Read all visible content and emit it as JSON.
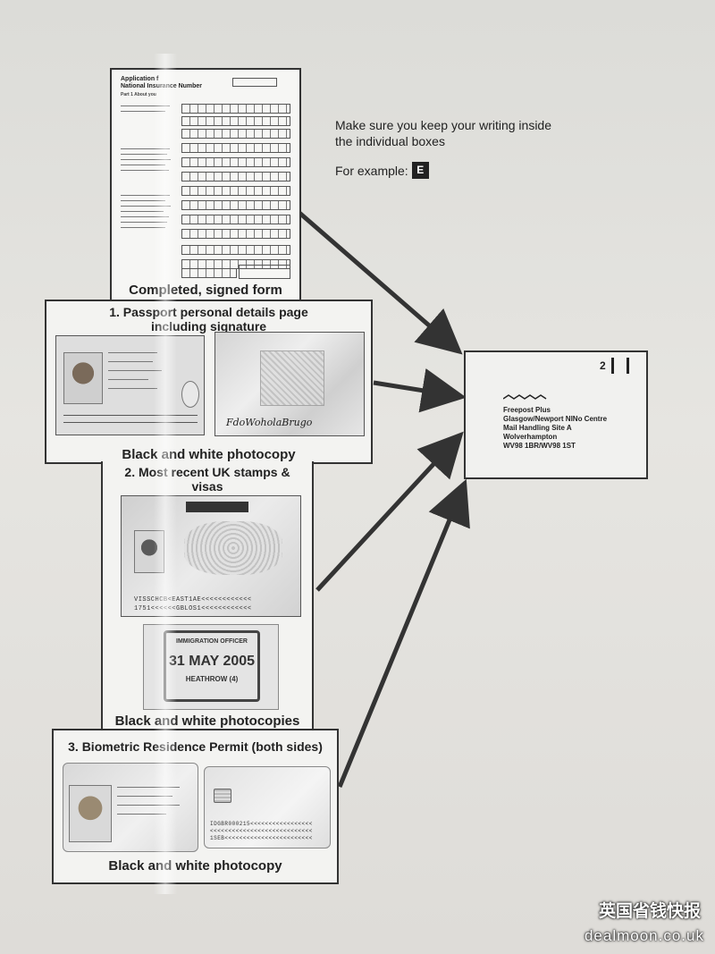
{
  "instructions": {
    "line1": "Make sure you keep your writing inside",
    "line2": "the individual boxes",
    "example_label": "For example:",
    "example_letter": "E"
  },
  "form": {
    "title_line1": "Application f",
    "title_line2": "National Insurance Number",
    "section_label": "Part 1 About you",
    "caption": "Completed, signed form"
  },
  "passport": {
    "title": "1. Passport personal details page including signature",
    "caption": "Black and white photocopy",
    "signature": "FdoWoholaBrugo"
  },
  "stamps": {
    "title": "2. Most recent UK stamps & visas",
    "caption": "Black and white photocopies",
    "mrz_line1": "VISSCHCB<EAST1AE<<<<<<<<<<<<",
    "mrz_line2": "1751<<<<<<GBLOS1<<<<<<<<<<<<",
    "stamp_line1": "IMMIGRATION OFFICER",
    "stamp_line2": "31 MAY 2005",
    "stamp_line3": "HEATHROW (4)"
  },
  "brp": {
    "title": "3. Biometric Residence Permit (both sides)",
    "caption": "Black and white photocopy",
    "mrz_line1": "IDGBR000215<<<<<<<<<<<<<<<<<",
    "mrz_line2": "<<<<<<<<<<<<<<<<<<<<<<<<<<<<",
    "mrz_line3": "1SEB<<<<<<<<<<<<<<<<<<<<<<<<"
  },
  "envelope": {
    "address_line1": "Freepost Plus",
    "address_line2": "Glasgow/Newport NINo Centre",
    "address_line3": "Mail Handling Site A",
    "address_line4": "Wolverhampton",
    "address_line5": "WV98 1BR/WV98 1ST",
    "service_mark": "2"
  },
  "watermark": {
    "name_cn": "英国省钱快报",
    "url": "dealmoon.co.uk"
  },
  "colors": {
    "ink": "#222222",
    "paper": "#e3e2de",
    "arrow": "#333333"
  }
}
